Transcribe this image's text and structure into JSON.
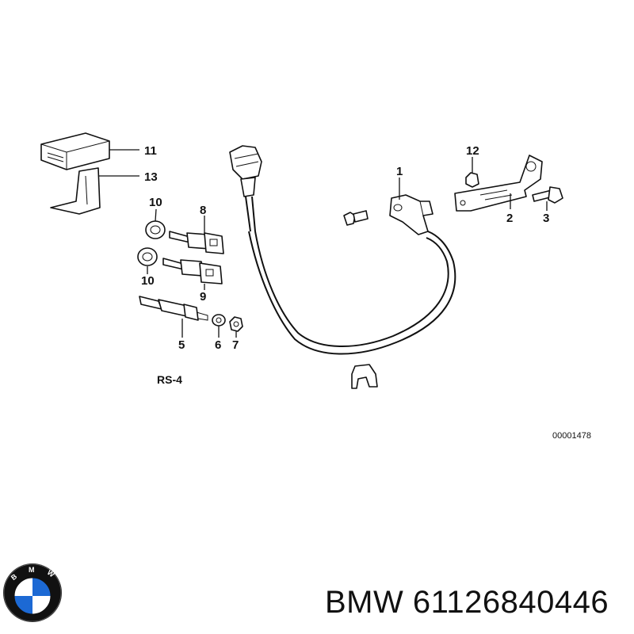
{
  "diagram": {
    "callouts": [
      "1",
      "2",
      "3",
      "5",
      "6",
      "7",
      "8",
      "9",
      "10",
      "10",
      "11",
      "12",
      "13"
    ],
    "variant_label": "RS-4",
    "drawing_code": "00001478"
  },
  "logo": {
    "brand_text": "BMW",
    "colors": {
      "blue": "#1c69d4",
      "black": "#111111"
    }
  },
  "caption": "BMW 61126840446"
}
